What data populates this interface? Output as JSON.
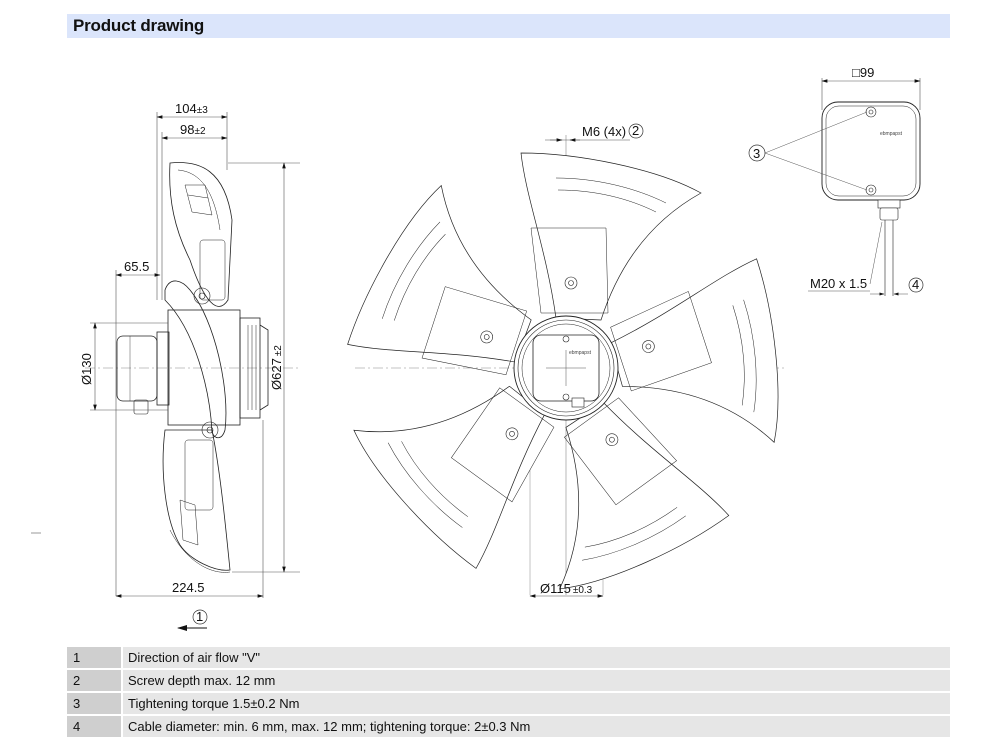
{
  "header": {
    "title": "Product drawing"
  },
  "side_view": {
    "dim_overall_depth": "104",
    "dim_overall_depth_tol": "±3",
    "dim_depth": "98",
    "dim_depth_tol": "±2",
    "dim_terminal_offset": "65.5",
    "dim_motor_diameter": "Ø130",
    "dim_fan_diameter": "Ø627",
    "dim_fan_diameter_tol": "±2",
    "dim_total_length": "224.5",
    "airflow_callout": "1"
  },
  "front_view": {
    "thread_label": "M6 (4x)",
    "thread_callout": "2",
    "hub_diameter": "Ø115",
    "hub_diameter_tol": "±0.3",
    "brand_mark": "ebmpapst"
  },
  "terminal_box": {
    "size_label": "□99",
    "screw_callout": "3",
    "gland_label": "M20 x 1.5",
    "cable_callout": "4",
    "brand_mark": "ebmpapst"
  },
  "legend": [
    {
      "num": "1",
      "text": "Direction of air flow \"V\""
    },
    {
      "num": "2",
      "text": "Screw depth max. 12 mm"
    },
    {
      "num": "3",
      "text": "Tightening torque 1.5±0.2 Nm"
    },
    {
      "num": "4",
      "text": "Cable diameter: min. 6 mm, max. 12 mm; tightening torque: 2±0.3 Nm"
    }
  ]
}
